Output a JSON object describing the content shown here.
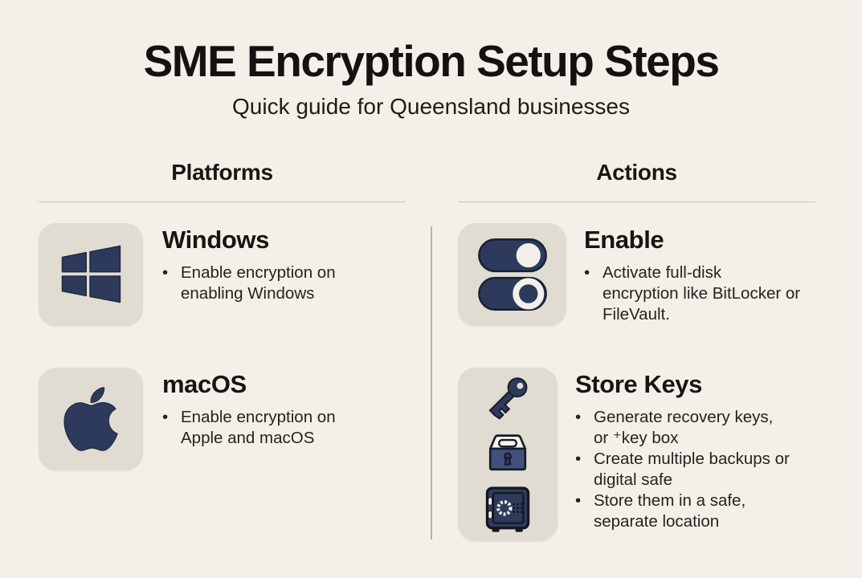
{
  "title": "SME Encryption Setup Steps",
  "subtitle": "Quick guide for Queensland businesses",
  "ui": {
    "bullet": "•"
  },
  "colors": {
    "background": "#f3f0e9",
    "icon_card": "#e1dcd1",
    "navy": "#2e3a5c",
    "outline": "#171c2a",
    "text": "#1c1c1c",
    "rule": "#c8c4ba"
  },
  "columns": [
    {
      "header": "Platforms",
      "items": [
        {
          "icon": "windows-logo-icon",
          "heading": "Windows",
          "bullets": [
            "Enable encryption on\nenabling Windows"
          ]
        },
        {
          "icon": "apple-logo-icon",
          "heading": "macOS",
          "bullets": [
            "Enable encryption on\nApple and macOS"
          ]
        }
      ]
    },
    {
      "header": "Actions",
      "items": [
        {
          "icon": "toggle-switches-icon",
          "heading": "Enable",
          "bullets": [
            "Activate full-disk\nencryption like BitLocker or\nFileVault."
          ]
        },
        {
          "icon": "key-lockbox-safe-icon",
          "heading": "Store Keys",
          "bullets": [
            "Generate recovery keys,\nor ⁺key box",
            "Create multiple backups or\ndigital safe",
            "Store them in a safe,\nseparate location"
          ]
        }
      ]
    }
  ]
}
